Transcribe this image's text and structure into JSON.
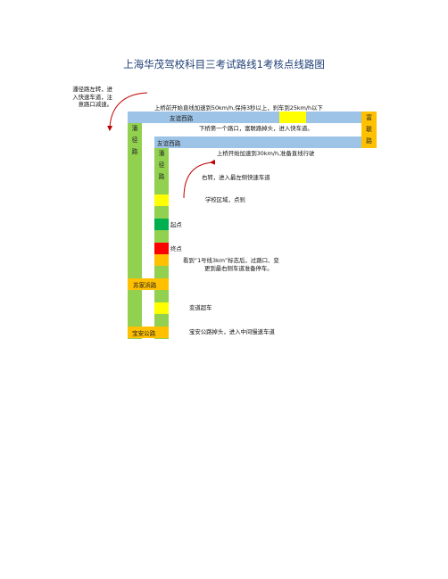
{
  "title": "上海华茂驾校科目三考试路线1考核点线路图",
  "notes": {
    "left_note": [
      "潘径路左转，进",
      "入快速车道，注",
      "意路口减速。"
    ],
    "bridge_top": "上桥前开始直线加速到50km/h,保持3秒以上，刹车到25km/h以下",
    "bridge_down": "下桥第一个路口，富联路掉头，进入快车道。",
    "accelerate": "上桥开始加速到30km/h,准备直线行驶",
    "right_turn": "右转，进入最左侧快速车道",
    "school": "学校区域，点刹",
    "start": "起点",
    "end": "终点",
    "stop_note": [
      "看到“1号线3km”标志后，过路口、变",
      "更到最右侧车道准备停车。"
    ],
    "overtake": "变道超车",
    "baoan_note": "宝安公路掉头，进入中间慢速车道"
  },
  "roads": {
    "top_road": "友谊西路",
    "second_road": "友谊西路",
    "fulian": [
      "富",
      "联",
      "路"
    ],
    "panjing_left": [
      "潘",
      "径",
      "路"
    ],
    "panjing_inner": [
      "潘",
      "径",
      "路"
    ],
    "sujiabang": "苏家浜路",
    "baoan": "宝安公路"
  },
  "colors": {
    "blue_road": "#9dc3e6",
    "green_road": "#92d050",
    "orange_road": "#ffc000",
    "yellow_mark": "#ffff00",
    "start_green": "#00b050",
    "end_red": "#ff0000",
    "arrow_red": "#c00000"
  }
}
